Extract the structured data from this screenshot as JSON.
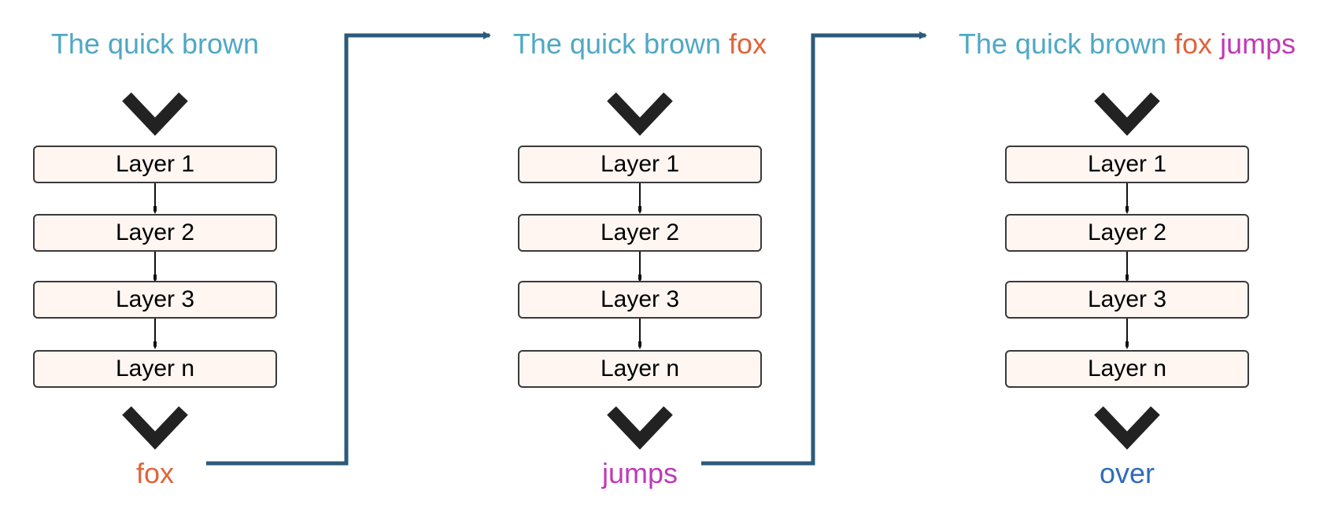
{
  "colors": {
    "prompt": "#4fa8c5",
    "fox": "#e0643a",
    "jumps": "#c03ab6",
    "over": "#2f6cb8",
    "connector": "#2c5a7a",
    "chevron": "#222222",
    "layer_fill": "#fff6f2",
    "layer_border": "#3a3a3a"
  },
  "icons": {
    "input_chevron": "chevron-down-icon",
    "output_chevron": "chevron-down-icon",
    "connector": "elbow-arrow-right-icon",
    "layer_link": "arrow-down-icon"
  },
  "steps": [
    {
      "prompt_tokens": [
        {
          "text": "The quick brown",
          "color": "#4fa8c5"
        }
      ],
      "layers": [
        "Layer 1",
        "Layer 2",
        "Layer 3",
        "Layer n"
      ],
      "output": {
        "text": "fox",
        "color": "#e0643a"
      }
    },
    {
      "prompt_tokens": [
        {
          "text": "The quick brown",
          "color": "#4fa8c5"
        },
        {
          "text": " fox",
          "color": "#e0643a"
        }
      ],
      "layers": [
        "Layer 1",
        "Layer 2",
        "Layer 3",
        "Layer n"
      ],
      "output": {
        "text": "jumps",
        "color": "#c03ab6"
      }
    },
    {
      "prompt_tokens": [
        {
          "text": "The quick brown",
          "color": "#4fa8c5"
        },
        {
          "text": " fox",
          "color": "#e0643a"
        },
        {
          "text": " jumps",
          "color": "#c03ab6"
        }
      ],
      "layers": [
        "Layer 1",
        "Layer 2",
        "Layer 3",
        "Layer n"
      ],
      "output": {
        "text": "over",
        "color": "#2f6cb8"
      }
    }
  ]
}
